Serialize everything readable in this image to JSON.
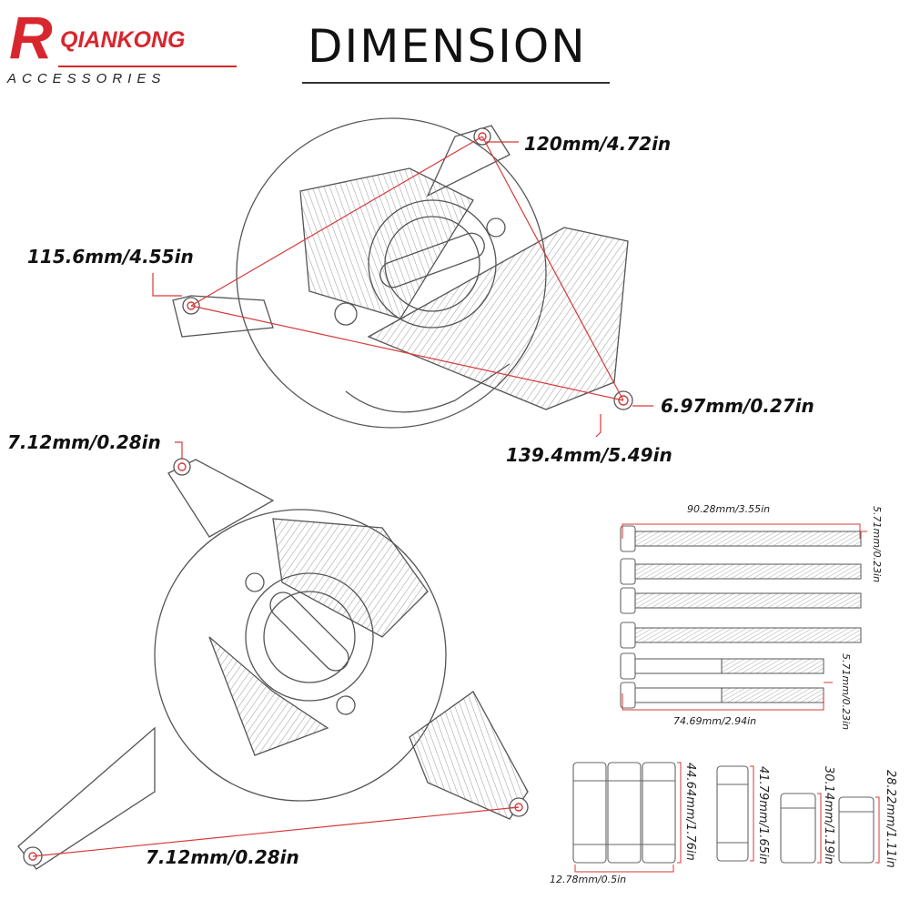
{
  "brand": {
    "initial": "R",
    "name": "QIANKONG",
    "tagline": "ACCESSORIES",
    "accent_color": "#d8262e"
  },
  "title": "DIMENSION",
  "line_color": "#d63a3a",
  "dimensions": {
    "top_hole_spacing": "120mm/4.72in",
    "left_hole_spacing": "115.6mm/4.55in",
    "hole_diameter_top": "6.97mm/0.27in",
    "bottom_hole_spacing": "139.4mm/5.49in",
    "hole_diameter_second_top": "7.12mm/0.28in",
    "hole_diameter_second_bottom": "7.12mm/0.28in"
  },
  "bolts": {
    "long_length": "90.28mm/3.55in",
    "long_diameter": "5.71mm/0.23in",
    "short_length": "74.69mm/2.94in",
    "short_diameter": "5.71mm/0.23in"
  },
  "spacers": {
    "diameter": "12.78mm/0.5in",
    "lengths": [
      "44.64mm/1.76in",
      "41.79mm/1.65in",
      "30.14mm/1.19in",
      "28.22mm/1.11in"
    ]
  }
}
